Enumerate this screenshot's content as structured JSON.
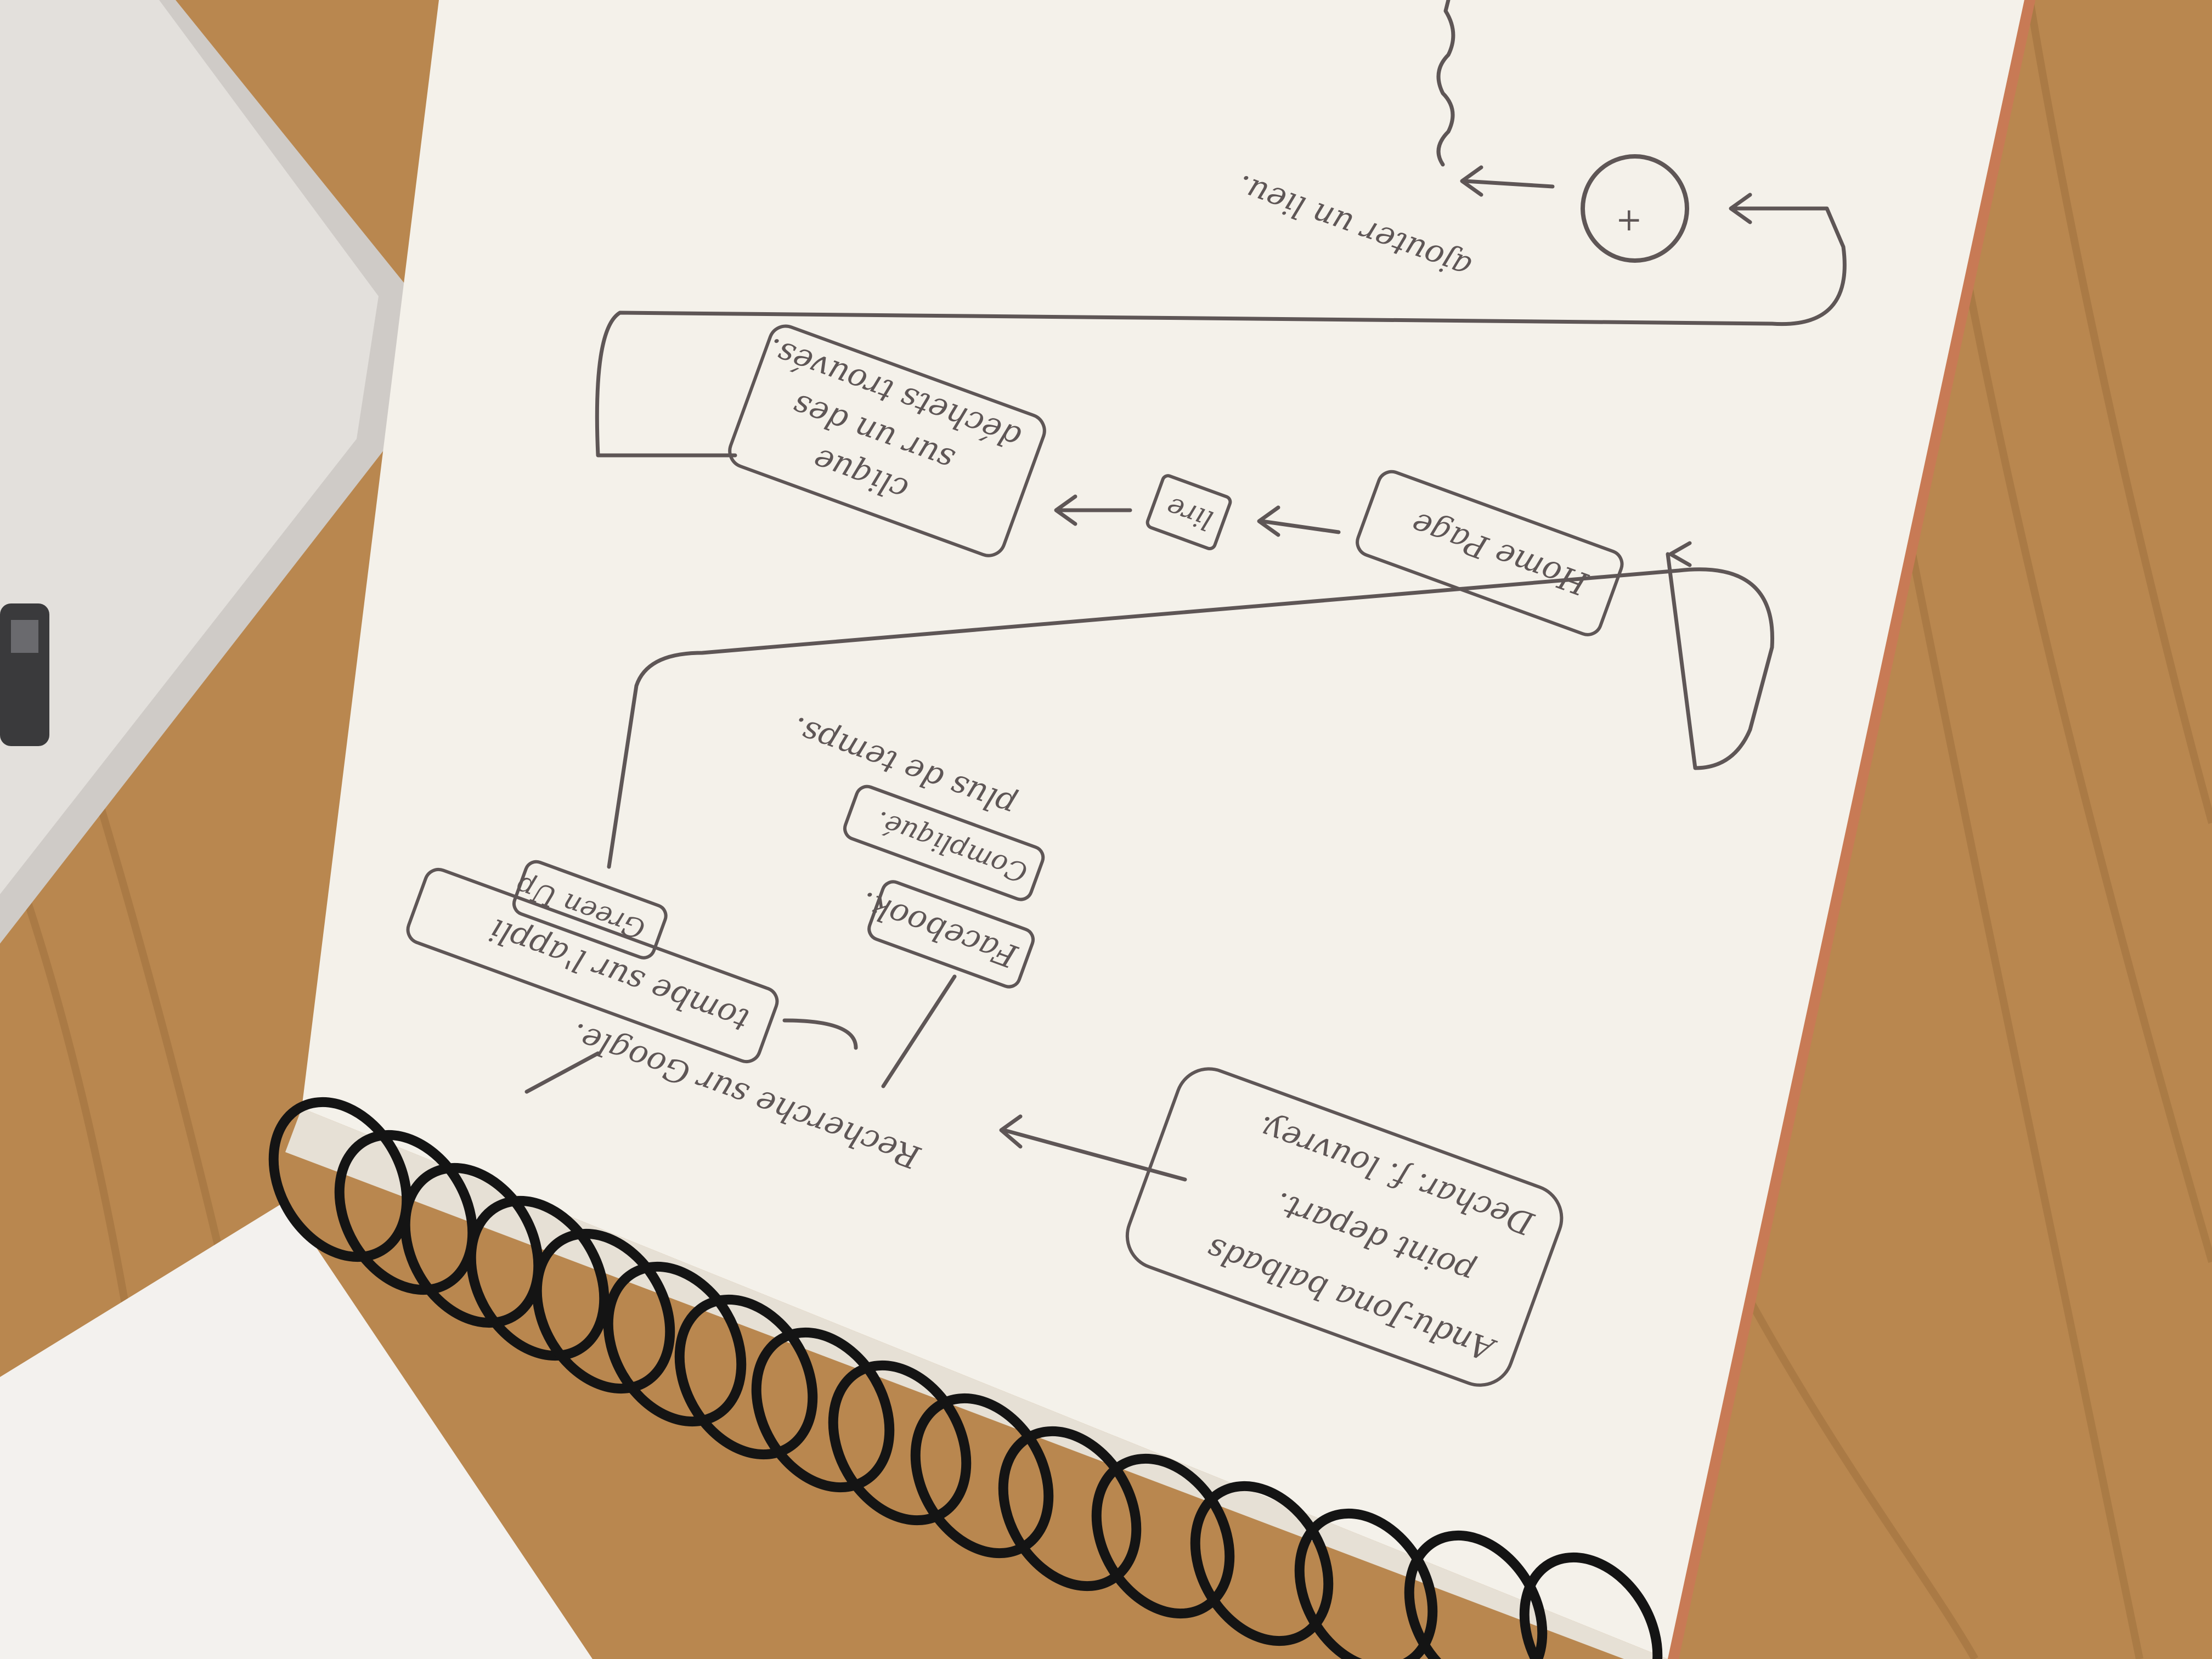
{
  "photo": {
    "subject": "hand-drawn flowchart sketch in a spiral notebook (photographed upside down)",
    "colors": {
      "wood": "#b9874f",
      "wood_dark": "#8f6334",
      "paper": "#f4f1ea",
      "ink": "#5e5656",
      "laptop": "#d9d6d2",
      "spiral": "#141414"
    }
  },
  "sketch": {
    "start_box": [
      "Andu-Jona balbads",
      "point depart.",
      "Dechar. f. louvrey."
    ],
    "search_text": "Recherche sur Google.",
    "facebook_box": "Facebook.",
    "tombe_box": "tombe sur l'appli",
    "green_up_box": "Green Up",
    "complique_box": "Compliqué.",
    "plus_de_temps": "plus de temps.",
    "home_page_box": "Home Page",
    "lire_box": "lire",
    "clique_box": [
      "clique",
      "sur un des",
      "déchets trouvés."
    ],
    "plus_symbol": "+",
    "ajouter_text": "ajouter un lieu."
  }
}
